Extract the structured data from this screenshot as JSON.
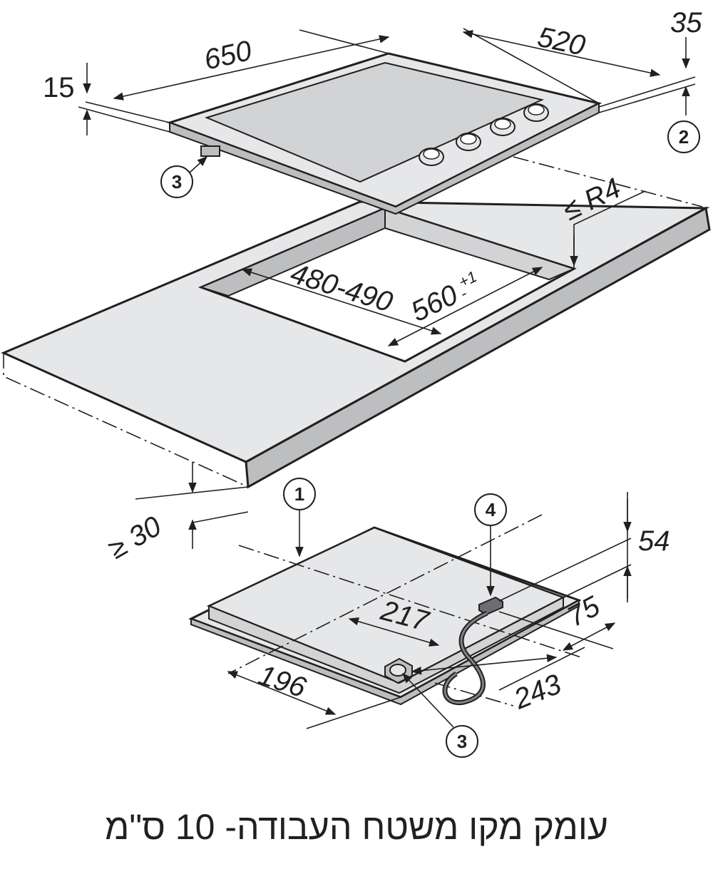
{
  "dimensions": {
    "hob_width": "650",
    "hob_depth": "520",
    "hob_height_left": "15",
    "hob_height_right": "35",
    "cutout_depth": "480-490",
    "cutout_width": "560",
    "cutout_width_tol": "+1",
    "cutout_width_tol_minus": "-",
    "corner_radius": "≤ R4",
    "worktop_thickness": "≥ 30",
    "box_height": "54",
    "box_offset_75": "75",
    "box_offset_217": "217",
    "box_offset_243": "243",
    "box_offset_196": "196"
  },
  "callouts": {
    "c1": "1",
    "c2": "2",
    "c3_top": "3",
    "c3_bottom": "3",
    "c4": "4"
  },
  "caption": "עומק מקו משטח העבודה- 10 ס\"מ",
  "colors": {
    "line": "#231f20",
    "surface": "#e6e7e8",
    "surface_dark": "#bcbec0",
    "glass": "#d1d3d4",
    "background": "#ffffff"
  }
}
